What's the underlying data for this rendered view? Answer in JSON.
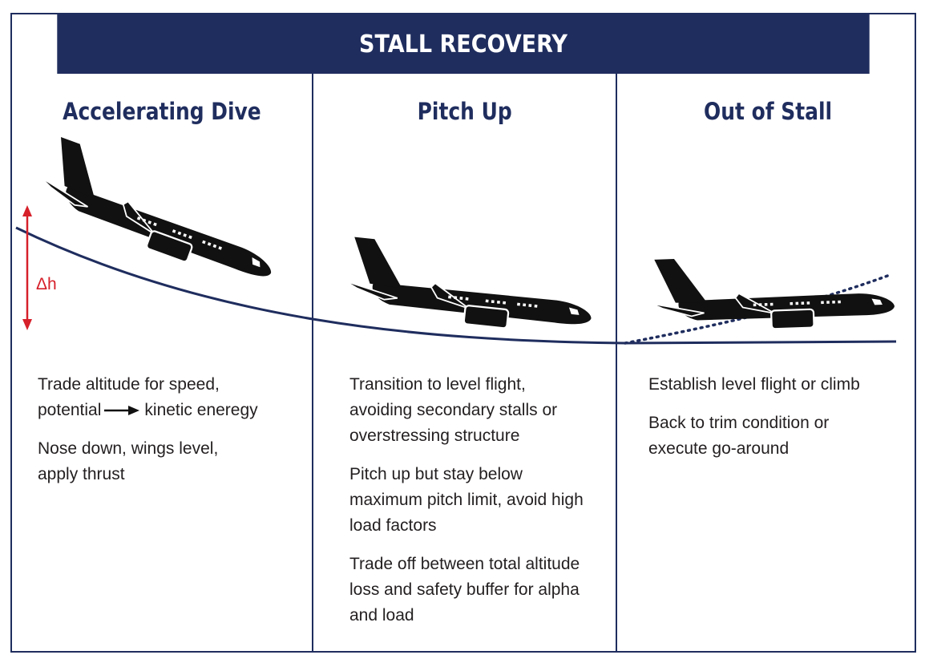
{
  "title": "STALL RECOVERY",
  "colors": {
    "navy": "#1f2d5e",
    "red": "#d6202a",
    "black": "#111111",
    "text": "#231f20"
  },
  "delta_label": "Δh",
  "columns": [
    {
      "heading": "Accelerating Dive",
      "paragraphs": [
        {
          "line1": "Trade altitude for speed,",
          "line2_pre": "potential",
          "line2_post": "kinetic eneregy"
        },
        {
          "line1": "Nose down, wings level,",
          "line2": "apply thrust"
        }
      ]
    },
    {
      "heading": "Pitch Up",
      "paragraphs": [
        [
          "Transition to level flight,",
          "avoiding secondary stalls or",
          "overstressing structure"
        ],
        [
          "Pitch up but stay below",
          "maximum pitch limit, avoid high",
          "load factors"
        ],
        [
          "Trade off between total altitude",
          "loss and safety buffer for alpha",
          "and load"
        ]
      ]
    },
    {
      "heading": "Out of Stall",
      "paragraphs": [
        [
          "Establish level flight or climb"
        ],
        [
          "Back to trim condition or",
          "execute go-around"
        ]
      ]
    }
  ],
  "icons": [
    "airplane-icon",
    "arrow-right-icon",
    "double-arrow-icon"
  ]
}
